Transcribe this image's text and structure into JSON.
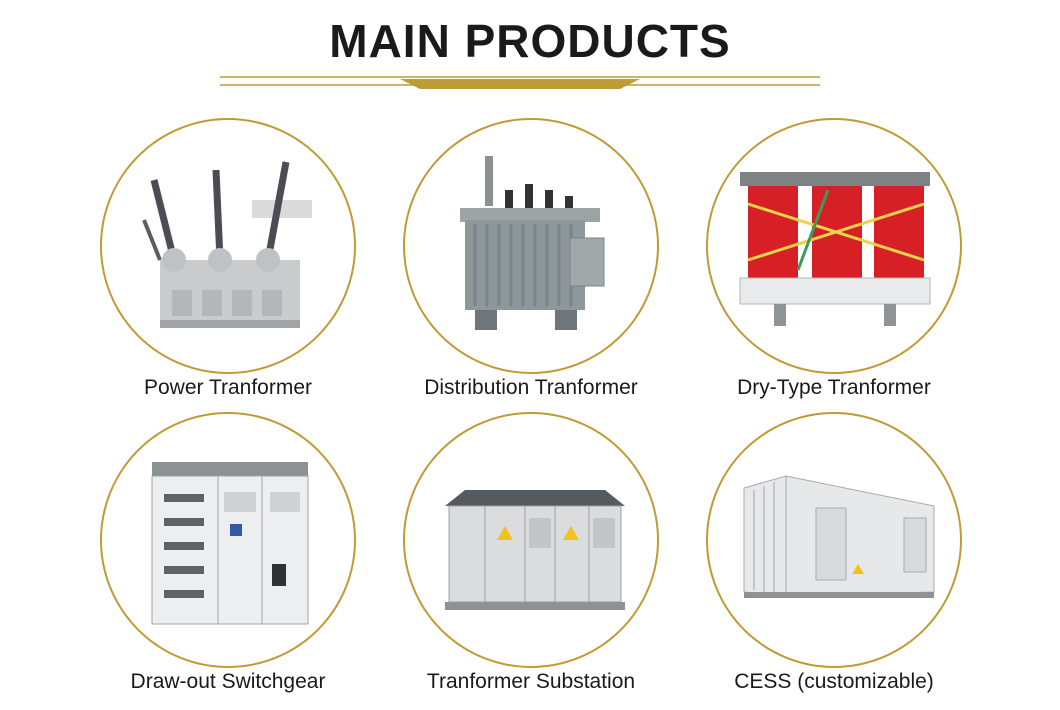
{
  "page": {
    "title": "MAIN PRODUCTS",
    "accent_color": "#bf9b35"
  },
  "products": [
    {
      "label": "Power Tranformer",
      "icon": "power-transformer-icon"
    },
    {
      "label": "Distribution Tranformer",
      "icon": "distribution-transformer-icon"
    },
    {
      "label": "Dry-Type Tranformer",
      "icon": "dry-type-transformer-icon"
    },
    {
      "label": "Draw-out Switchgear",
      "icon": "switchgear-icon"
    },
    {
      "label": "Tranformer Substation",
      "icon": "substation-icon"
    },
    {
      "label": "CESS (customizable)",
      "icon": "container-icon"
    }
  ]
}
